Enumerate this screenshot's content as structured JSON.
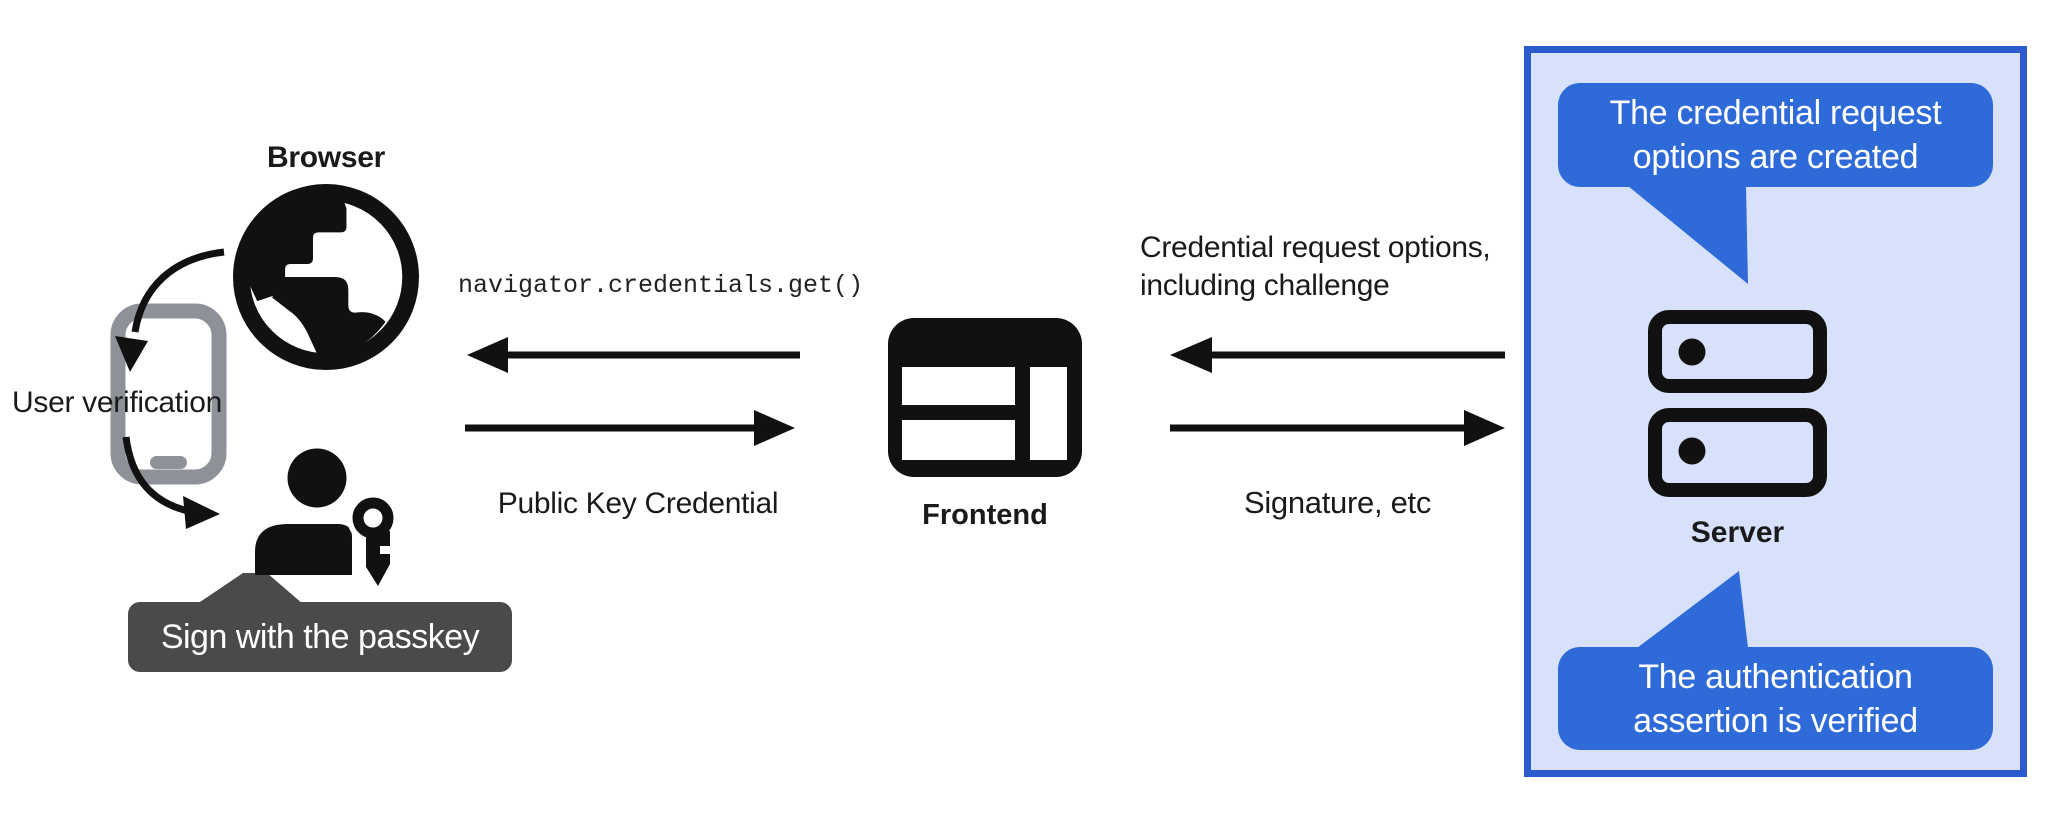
{
  "title": "Passkey authentication flow diagram",
  "labels": {
    "browser": "Browser",
    "user_verification": "User verification",
    "sign_bubble": "Sign with the passkey",
    "frontend": "Frontend",
    "server": "Server"
  },
  "messages": {
    "navigator_call": "navigator.credentials.get()",
    "public_key_credential": "Public Key Credential",
    "credential_request": "Credential request options,\nincluding challenge",
    "signature": "Signature, etc"
  },
  "server_callouts": {
    "top": "The credential request\noptions are created",
    "bottom": "The authentication\nassertion is verified"
  },
  "icons": [
    "globe-browser-icon",
    "phone-icon",
    "passkey-user-icon",
    "frontend-window-icon",
    "server-stack-icon"
  ],
  "colors": {
    "black": "#111111",
    "callout_blue": "#2f6ad9",
    "panel_background": "#d7e1fb",
    "panel_border": "#2b5bcd",
    "sign_bubble_gray": "#4a4a4a",
    "phone_gray": "#8e9298",
    "text_white": "#ffffff"
  }
}
